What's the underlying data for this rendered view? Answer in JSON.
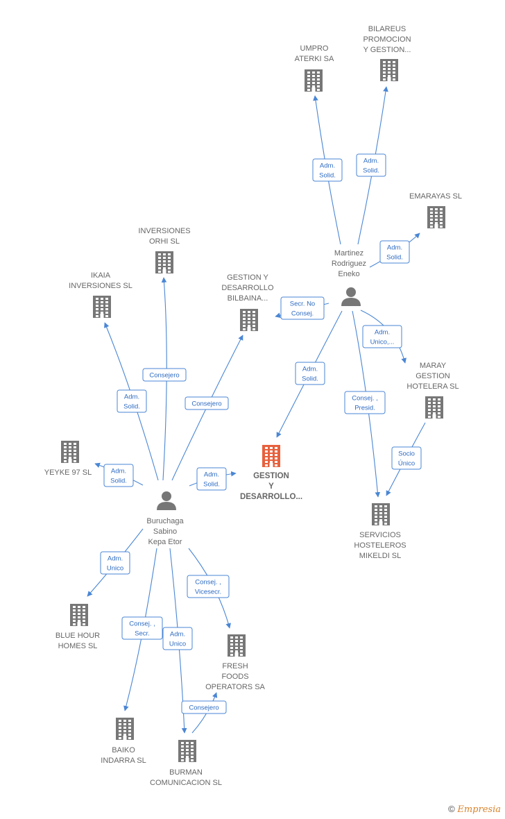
{
  "colors": {
    "edge": "#4a86d4",
    "edge_text": "#2e6bc2",
    "company": "#777777",
    "focal_company": "#e8603c",
    "person": "#777777",
    "label": "#666666"
  },
  "nodes": [
    {
      "id": "gestion_focal",
      "type": "company",
      "focal": true,
      "label": [
        "GESTION",
        "Y",
        "DESARROLLO..."
      ]
    },
    {
      "id": "martinez",
      "type": "person",
      "label": [
        "Martinez",
        "Rodriguez",
        "Eneko"
      ]
    },
    {
      "id": "buruchaga",
      "type": "person",
      "label": [
        "Buruchaga",
        "Sabino",
        "Kepa Etor"
      ]
    },
    {
      "id": "umpro",
      "type": "company",
      "label": [
        "UMPRO",
        "ATERKI SA"
      ]
    },
    {
      "id": "bilareus",
      "type": "company",
      "label": [
        "BILAREUS",
        "PROMOCION",
        "Y GESTION..."
      ]
    },
    {
      "id": "emarayas",
      "type": "company",
      "label": [
        "EMARAYAS SL"
      ]
    },
    {
      "id": "gestion_bilbaina",
      "type": "company",
      "label": [
        "GESTION Y",
        "DESARROLLO",
        "BILBAINA..."
      ]
    },
    {
      "id": "maray",
      "type": "company",
      "label": [
        "MARAY",
        "GESTION",
        "HOTELERA  SL"
      ]
    },
    {
      "id": "servicios",
      "type": "company",
      "label": [
        "SERVICIOS",
        "HOSTELEROS",
        "MIKELDI SL"
      ]
    },
    {
      "id": "inversiones_orhi",
      "type": "company",
      "label": [
        "INVERSIONES",
        "ORHI SL"
      ]
    },
    {
      "id": "ikaia",
      "type": "company",
      "label": [
        "IKAIA",
        "INVERSIONES SL"
      ]
    },
    {
      "id": "yeyke",
      "type": "company",
      "label": [
        "YEYKE 97 SL"
      ]
    },
    {
      "id": "blue_hour",
      "type": "company",
      "label": [
        "BLUE HOUR",
        "HOMES  SL"
      ]
    },
    {
      "id": "fresh_foods",
      "type": "company",
      "label": [
        "FRESH",
        "FOODS",
        "OPERATORS SA"
      ]
    },
    {
      "id": "baiko",
      "type": "company",
      "label": [
        "BAIKO",
        "INDARRA  SL"
      ]
    },
    {
      "id": "burman",
      "type": "company",
      "label": [
        "BURMAN",
        "COMUNICACION SL"
      ]
    }
  ],
  "edges": [
    {
      "from": "martinez",
      "to": "umpro",
      "label": [
        "Adm.",
        "Solid."
      ]
    },
    {
      "from": "martinez",
      "to": "bilareus",
      "label": [
        "Adm.",
        "Solid."
      ]
    },
    {
      "from": "martinez",
      "to": "emarayas",
      "label": [
        "Adm.",
        "Solid."
      ]
    },
    {
      "from": "martinez",
      "to": "gestion_bilbaina",
      "label": [
        "Secr.  No",
        "Consej."
      ]
    },
    {
      "from": "martinez",
      "to": "maray",
      "label": [
        "Adm.",
        "Unico,..."
      ]
    },
    {
      "from": "martinez",
      "to": "gestion_focal",
      "label": [
        "Adm.",
        "Solid."
      ]
    },
    {
      "from": "martinez",
      "to": "servicios",
      "label": [
        "Consej. ,",
        "Presid."
      ]
    },
    {
      "from": "maray",
      "to": "servicios",
      "label": [
        "Socio",
        "Único"
      ]
    },
    {
      "from": "buruchaga",
      "to": "inversiones_orhi",
      "label": [
        "Consejero"
      ]
    },
    {
      "from": "buruchaga",
      "to": "ikaia",
      "label": [
        "Adm.",
        "Solid."
      ]
    },
    {
      "from": "buruchaga",
      "to": "gestion_bilbaina",
      "label": [
        "Consejero"
      ]
    },
    {
      "from": "buruchaga",
      "to": "yeyke",
      "label": [
        "Adm.",
        "Solid."
      ]
    },
    {
      "from": "buruchaga",
      "to": "gestion_focal",
      "label": [
        "Adm.",
        "Solid."
      ]
    },
    {
      "from": "buruchaga",
      "to": "blue_hour",
      "label": [
        "Adm.",
        "Unico"
      ]
    },
    {
      "from": "buruchaga",
      "to": "fresh_foods",
      "label": [
        "Consej. ,",
        "Vicesecr."
      ]
    },
    {
      "from": "buruchaga",
      "to": "baiko",
      "label": [
        "Consej. ,",
        "Secr."
      ]
    },
    {
      "from": "buruchaga",
      "to": "burman",
      "label": [
        "Adm.",
        "Unico"
      ]
    },
    {
      "from": "burman",
      "to": "fresh_foods",
      "label": [
        "Consejero"
      ]
    }
  ],
  "footer": {
    "copyright": "©",
    "brand": "Empresia"
  }
}
